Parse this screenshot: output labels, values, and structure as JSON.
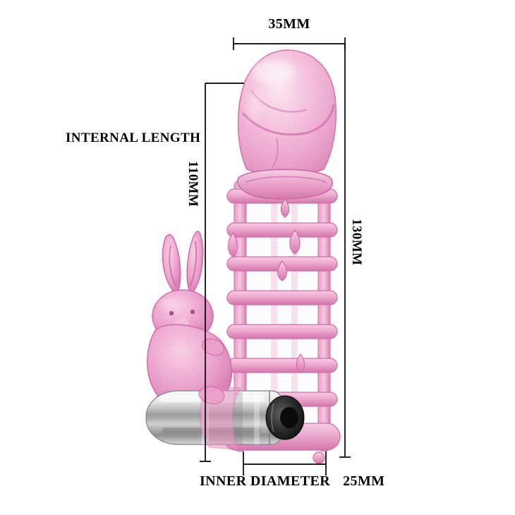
{
  "annotations": {
    "top_width": "35MM",
    "internal_length_label": "INTERNAL LENGTH",
    "internal_length_value": "110MM",
    "overall_length": "130MM",
    "inner_diameter_label": "INNER DIAMETER",
    "inner_diameter_value": "25MM"
  },
  "colors": {
    "background": "#ffffff",
    "annotation": "#000000",
    "pink_light": "#f6cce2",
    "pink_mid": "#e79cc8",
    "pink_deep": "#c9609f",
    "metal_light": "#f2f2f2",
    "metal_dark": "#8f8f8f",
    "cap_black": "#141414"
  }
}
